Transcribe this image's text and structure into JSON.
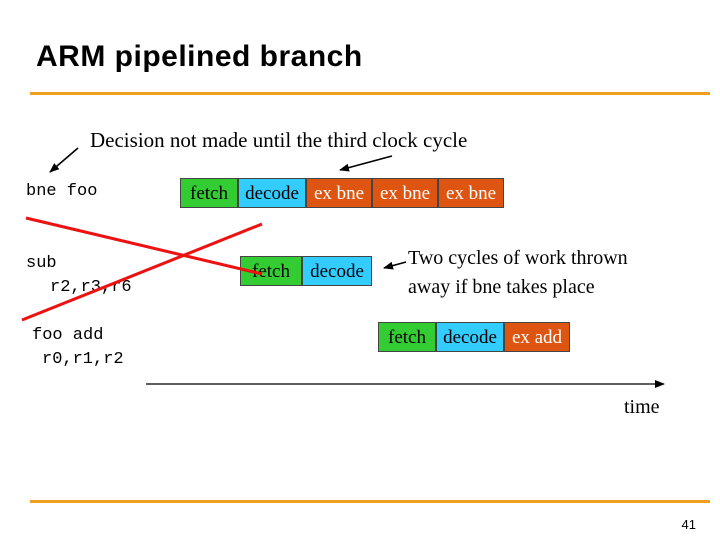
{
  "slide": {
    "title": "ARM pipelined branch",
    "page_number": "41",
    "accent_color": "#f0a020"
  },
  "note": {
    "decision": "Decision not made until the third clock cycle",
    "thrown_away_line1": "Two cycles of work thrown",
    "thrown_away_line2": "away if bne takes place",
    "time_label": "time"
  },
  "instructions": {
    "bne": "bne foo",
    "sub_line1": "sub",
    "sub_line2": "r2,r3,r6",
    "add_line1": "foo add",
    "add_line2": "r0,r1,r2"
  },
  "pipeline": {
    "row1": [
      "fetch",
      "decode",
      "ex bne",
      "ex bne",
      "ex bne"
    ],
    "row2": [
      "fetch",
      "decode"
    ],
    "row3": [
      "fetch",
      "decode",
      "ex add"
    ]
  },
  "stage_colors": {
    "fetch": "#33cc33",
    "decode": "#33ccff",
    "execute": "#dd5511"
  }
}
